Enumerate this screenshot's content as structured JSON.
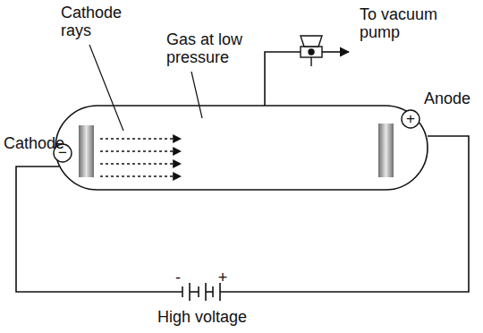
{
  "diagram": {
    "labels": [
      "Cathode rays",
      "Gas at low pressure",
      "To vacuum pump",
      "Cathode",
      "−",
      "+",
      "Anode",
      "-",
      "+",
      "High voltage"
    ]
  }
}
